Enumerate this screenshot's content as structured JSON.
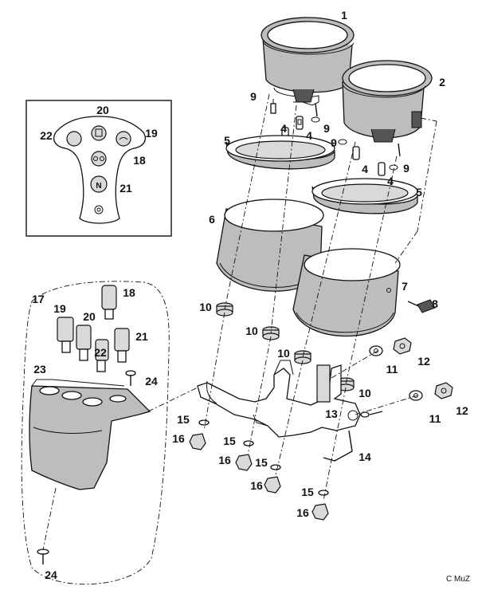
{
  "diagram": {
    "labels": [
      {
        "text": "1"
      },
      {
        "text": "2"
      },
      {
        "text": "9"
      },
      {
        "text": "9"
      },
      {
        "text": "9"
      },
      {
        "text": "9"
      },
      {
        "text": "5"
      },
      {
        "text": "4"
      },
      {
        "text": "4"
      },
      {
        "text": "4"
      },
      {
        "text": "4"
      },
      {
        "text": "5"
      },
      {
        "text": "20"
      },
      {
        "text": "22"
      },
      {
        "text": "19"
      },
      {
        "text": "18"
      },
      {
        "text": "21"
      },
      {
        "text": "6"
      },
      {
        "text": "7"
      },
      {
        "text": "8"
      },
      {
        "text": "17"
      },
      {
        "text": "18"
      },
      {
        "text": "19"
      },
      {
        "text": "20"
      },
      {
        "text": "21"
      },
      {
        "text": "22"
      },
      {
        "text": "10"
      },
      {
        "text": "10"
      },
      {
        "text": "10"
      },
      {
        "text": "10"
      },
      {
        "text": "12"
      },
      {
        "text": "11"
      },
      {
        "text": "23"
      },
      {
        "text": "24"
      },
      {
        "text": "13"
      },
      {
        "text": "12"
      },
      {
        "text": "11"
      },
      {
        "text": "15"
      },
      {
        "text": "16"
      },
      {
        "text": "15"
      },
      {
        "text": "16"
      },
      {
        "text": "15"
      },
      {
        "text": "16"
      },
      {
        "text": "14"
      },
      {
        "text": "15"
      },
      {
        "text": "16"
      },
      {
        "text": "24"
      }
    ],
    "inset_icons": {
      "gear": "N"
    },
    "copyright": "C MuZ"
  }
}
